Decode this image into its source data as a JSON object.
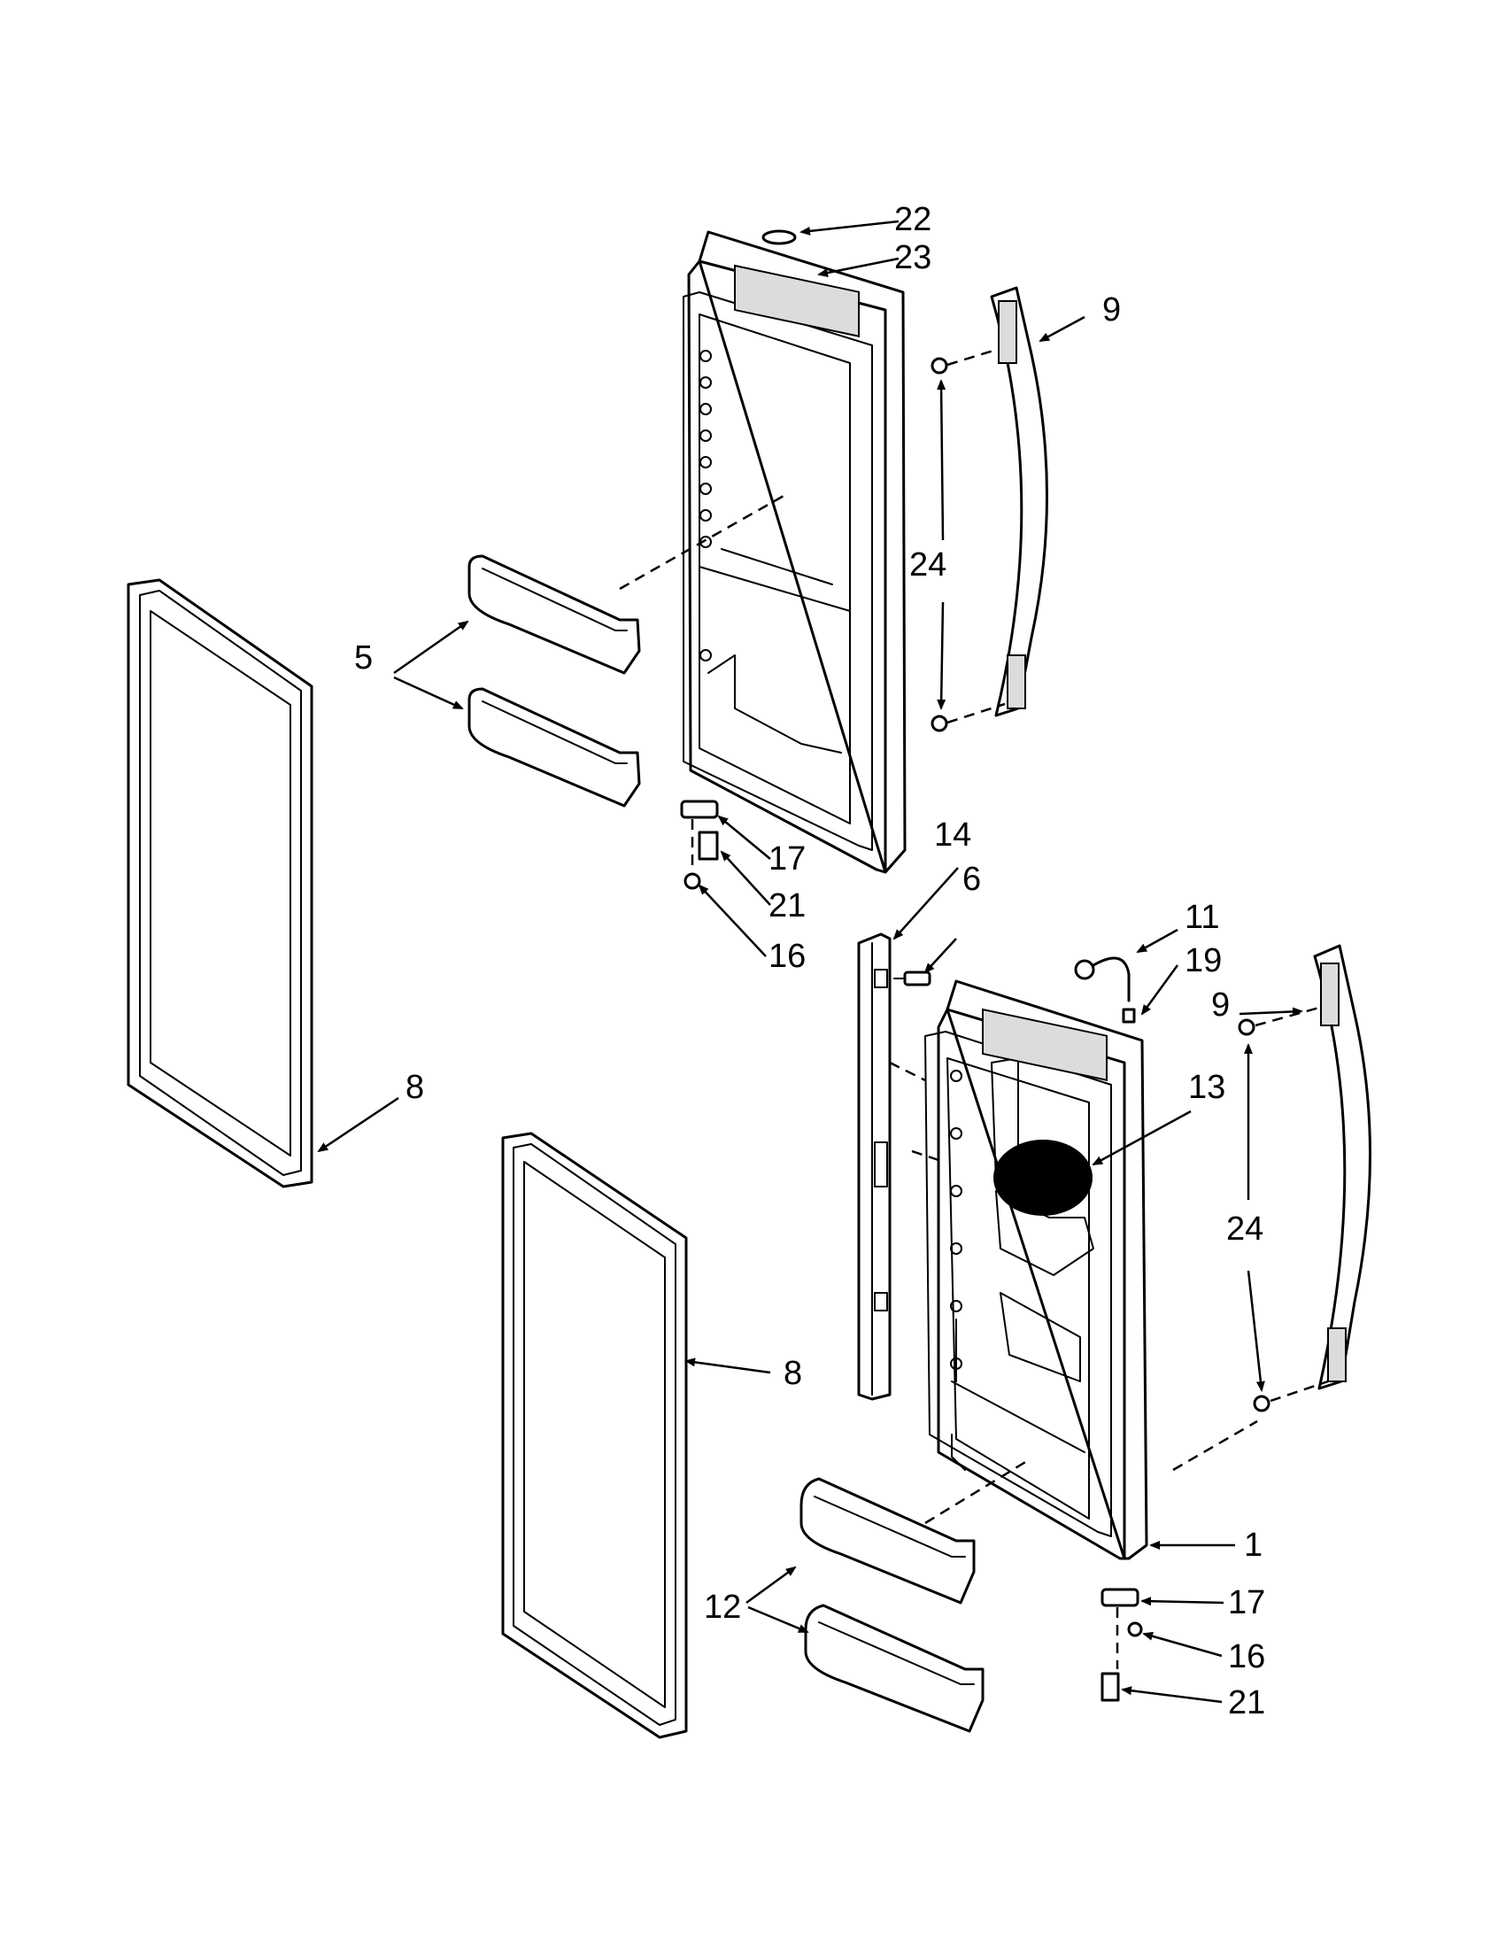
{
  "callouts": {
    "c22": "22",
    "c23": "23",
    "c9a": "9",
    "c24a": "24",
    "c5": "5",
    "c17a": "17",
    "c21a": "21",
    "c16a": "16",
    "c14": "14",
    "c6": "6",
    "c11": "11",
    "c19": "19",
    "c9b": "9",
    "c13": "13",
    "c8a": "8",
    "c24b": "24",
    "c8b": "8",
    "c1": "1",
    "c12": "12",
    "c17b": "17",
    "c16b": "16",
    "c21b": "21"
  }
}
